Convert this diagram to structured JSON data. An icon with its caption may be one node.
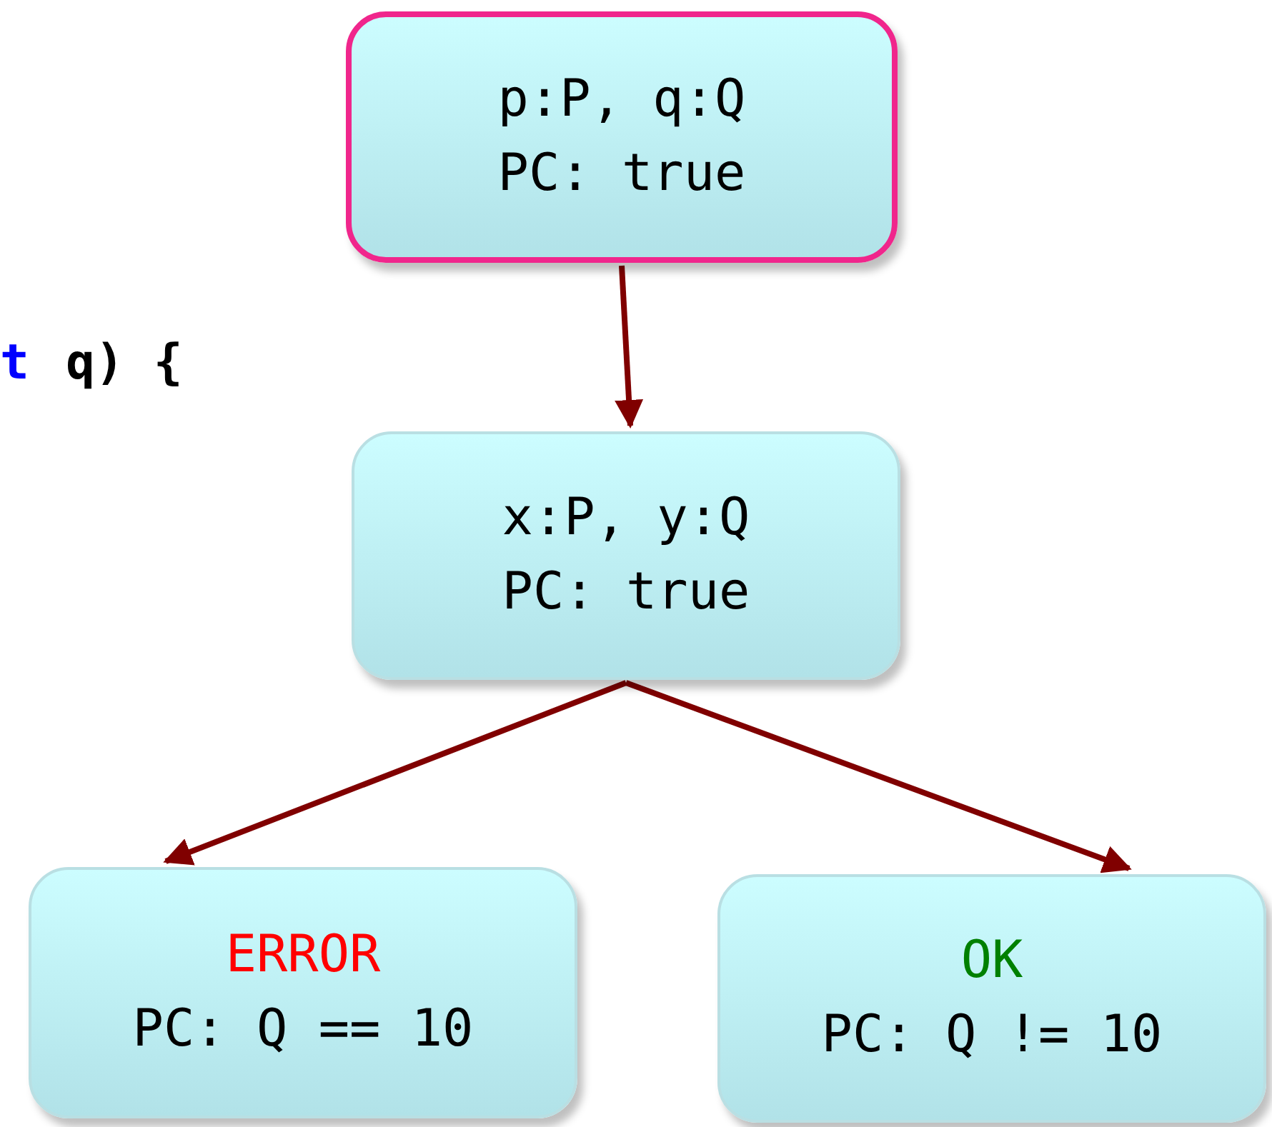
{
  "diagram": {
    "nodes": [
      {
        "text": [
          "p:P, q:Q",
          "PC: true"
        ]
      },
      {
        "text": [
          "x:P, y:Q",
          "PC: true"
        ]
      },
      {
        "text": [
          "ERROR",
          "PC: Q == 10"
        ]
      },
      {
        "text": [
          "OK",
          "PC: Q != 10"
        ]
      }
    ],
    "edges": [
      {
        "from": 0,
        "to": 1,
        "arrow": "to"
      },
      {
        "from": 1,
        "to": 2,
        "arrow": "to"
      },
      {
        "from": 1,
        "to": 3,
        "arrow": "to"
      }
    ],
    "labels": [
      "t",
      "q) {"
    ]
  }
}
